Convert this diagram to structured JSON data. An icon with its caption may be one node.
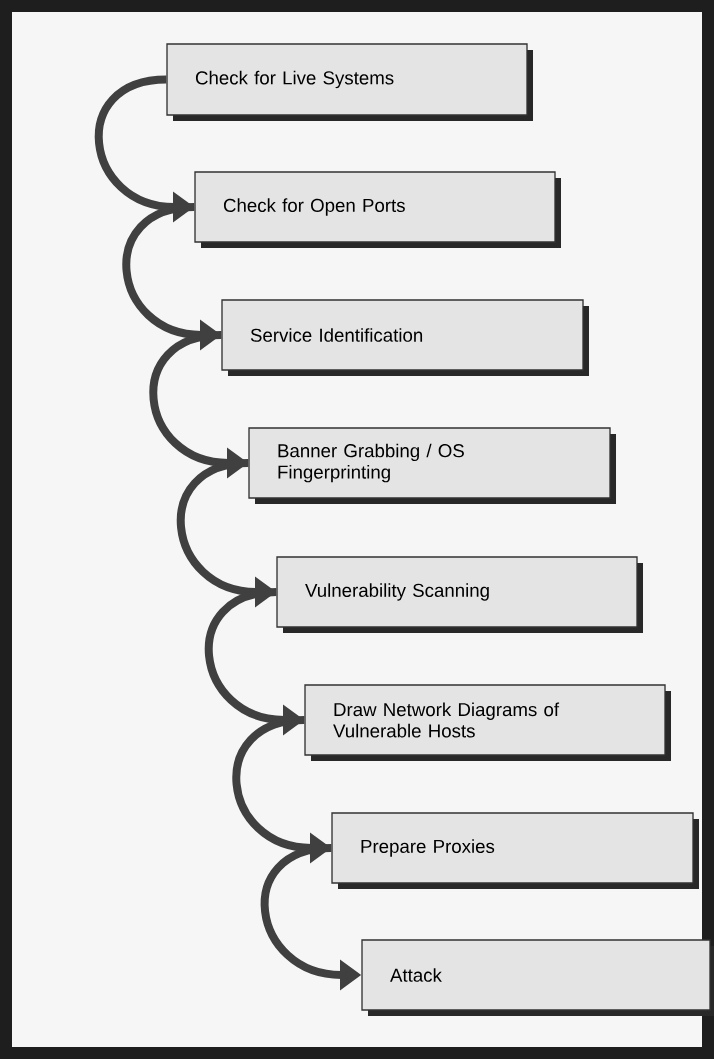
{
  "diagram": {
    "nodes": [
      {
        "text": [
          "Check for Live Systems"
        ]
      },
      {
        "text": [
          "Check for Open Ports"
        ]
      },
      {
        "text": [
          "Service Identification"
        ]
      },
      {
        "text": [
          "Banner Grabbing / OS Fingerprinting"
        ]
      },
      {
        "text": [
          "Vulnerability Scanning"
        ]
      },
      {
        "text": [
          "Draw Network Diagrams of Vulnerable Hosts"
        ]
      },
      {
        "text": [
          "Prepare Proxies"
        ]
      },
      {
        "text": [
          "Attack"
        ]
      }
    ],
    "edges": [
      {
        "from": 0,
        "to": 1,
        "arrow": "to"
      },
      {
        "from": 1,
        "to": 2,
        "arrow": "to"
      },
      {
        "from": 2,
        "to": 3,
        "arrow": "to"
      },
      {
        "from": 3,
        "to": 4,
        "arrow": "to"
      },
      {
        "from": 4,
        "to": 5,
        "arrow": "to"
      },
      {
        "from": 5,
        "to": 6,
        "arrow": "to"
      },
      {
        "from": 6,
        "to": 7,
        "arrow": "to"
      }
    ]
  }
}
